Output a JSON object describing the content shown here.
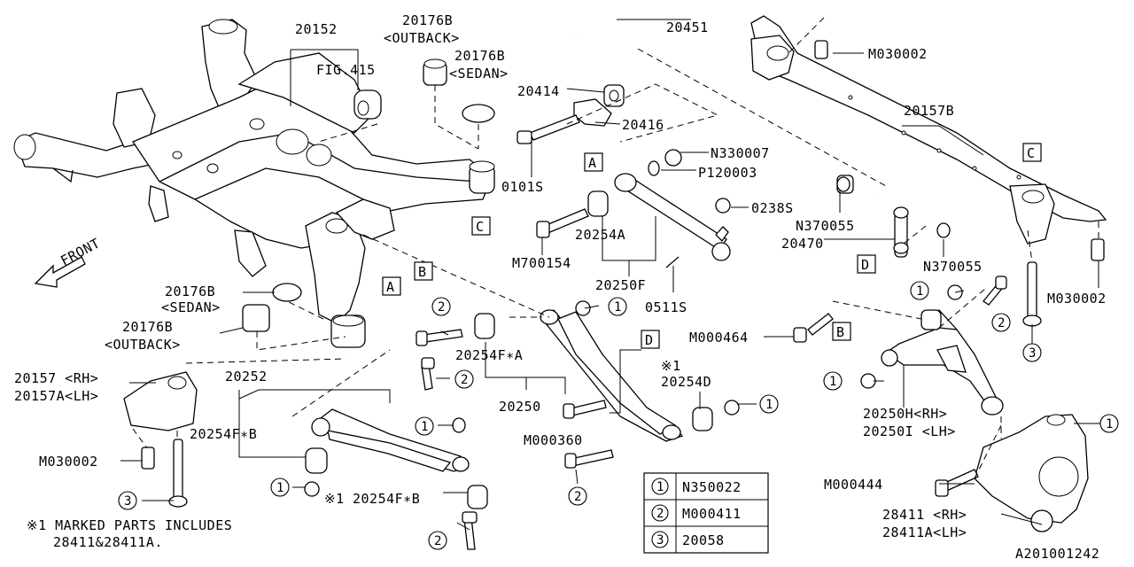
{
  "diagram_id": "A201001242",
  "labels": {
    "p20152": "20152",
    "fig415": "FIG.415",
    "p20176b_top": "20176B",
    "outback_top": "<OUTBACK>",
    "p20176b_top2": "20176B",
    "sedan_top": "<SEDAN>",
    "p20451": "20451",
    "m030002_top": "M030002",
    "p20414": "20414",
    "p20416": "20416",
    "p0101s": "0101S",
    "n330007": "N330007",
    "p120003": "P120003",
    "p20157b": "20157B",
    "p0238s": "0238S",
    "p20254a": "20254A",
    "m700154": "M700154",
    "n370055_a": "N370055",
    "p20470": "20470",
    "n370055_b": "N370055",
    "p20250f": "20250F",
    "p0511s": "0511S",
    "m030002_right": "M030002",
    "p20176b_mid": "20176B",
    "sedan_mid": "<SEDAN>",
    "p20176b_mid2": "20176B",
    "outback_mid": "<OUTBACK>",
    "p20157_rh": "20157 <RH>",
    "p20157a_lh": "20157A<LH>",
    "p20252": "20252",
    "p20254fb_a": "20254F∗B",
    "m030002_left": "M030002",
    "m000464": "M000464",
    "p20254fa": "20254F∗A",
    "p20250": "20250",
    "mark1": "※1",
    "p20254d": "20254D",
    "m000360": "M000360",
    "p20250h": "20250H<RH>",
    "p20250i": "20250I <LH>",
    "mark1_b": "※1",
    "p20254fb_b": "20254F∗B",
    "m000444": "M000444",
    "p28411_rh": "28411 <RH>",
    "p28411a_lh": "28411A<LH>",
    "front": "FRONT",
    "note_line1": "※1 MARKED PARTS INCLUDES",
    "note_line2": "28411&28411A."
  },
  "ref_letters": [
    "A",
    "B",
    "C",
    "D"
  ],
  "callout_numbers": [
    "1",
    "2",
    "3"
  ],
  "legend": [
    {
      "num": "1",
      "part": "N350022"
    },
    {
      "num": "2",
      "part": "M000411"
    },
    {
      "num": "3",
      "part": "20058"
    }
  ]
}
